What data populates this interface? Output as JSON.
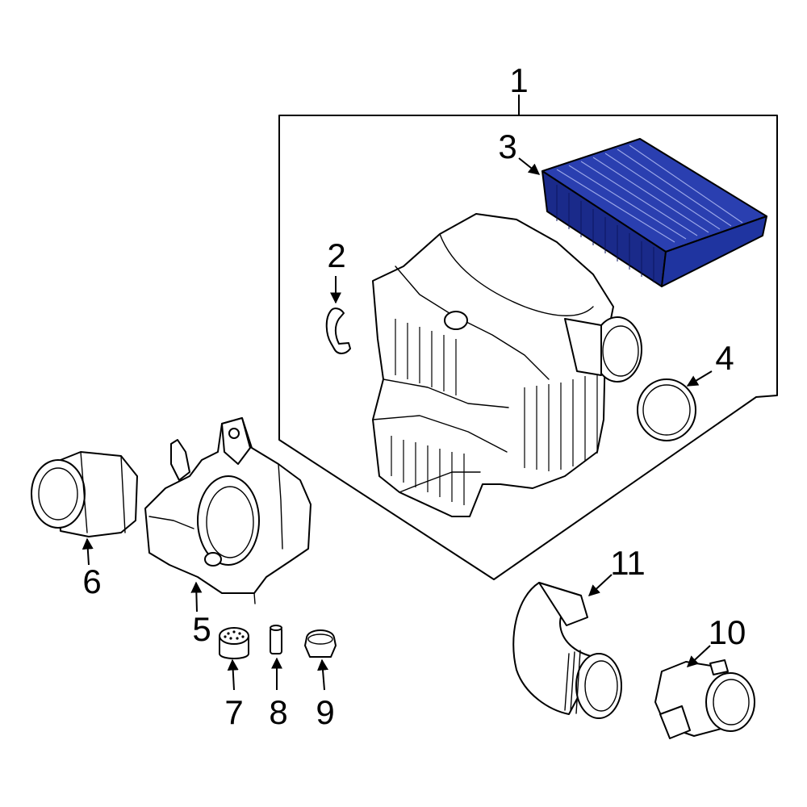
{
  "callouts": [
    "1",
    "2",
    "3",
    "4",
    "5",
    "6",
    "7",
    "8",
    "9",
    "10",
    "11"
  ],
  "colors": {
    "line": "#000000",
    "background": "#ffffff",
    "filter_highlight": "#2a3fb0",
    "filter_edge": "#1a2a8a"
  }
}
